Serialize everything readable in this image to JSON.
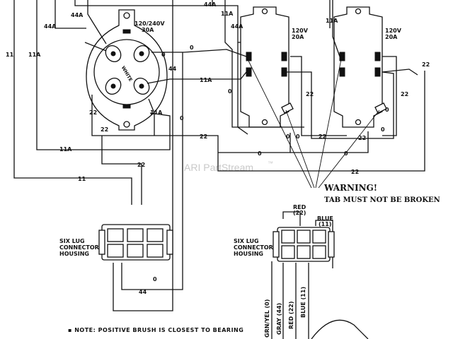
{
  "receptacle_main": {
    "rating_voltage": "120/240V",
    "rating_amps": "30A",
    "pin_label": "WHITE"
  },
  "receptacle_gfci_1": {
    "rating_voltage": "120V",
    "rating_amps": "20A"
  },
  "receptacle_gfci_2": {
    "rating_voltage": "120V",
    "rating_amps": "20A"
  },
  "wire_labels": {
    "w44": "44",
    "w44a": "44A",
    "w11": "11",
    "w11a": "11A",
    "w0": "0",
    "w22": "22"
  },
  "connector_left": {
    "label_lines": [
      "SIX LUG",
      "CONNECTOR",
      "HOUSING"
    ]
  },
  "connector_right": {
    "label_lines": [
      "SIX LUG",
      "CONNECTOR",
      "HOUSING"
    ],
    "red_label": "RED",
    "red_num": "(22)",
    "blue_label": "BLUE",
    "blue_num": "(11)"
  },
  "brush_wires": [
    "GRN/YEL (0)",
    "GRAY (44)",
    "RED (22)",
    "BLUE (11)"
  ],
  "warning": {
    "title": "WARNING!",
    "text": "TAB MUST NOT BE BROKEN"
  },
  "note": "▪ NOTE: POSITIVE BRUSH IS CLOSEST TO BEARING",
  "watermark": {
    "text": "ARI PartStream",
    "mark": "™"
  },
  "colors": {
    "ink": "#111111",
    "background": "#ffffff",
    "watermark": "#c9c9c9"
  }
}
